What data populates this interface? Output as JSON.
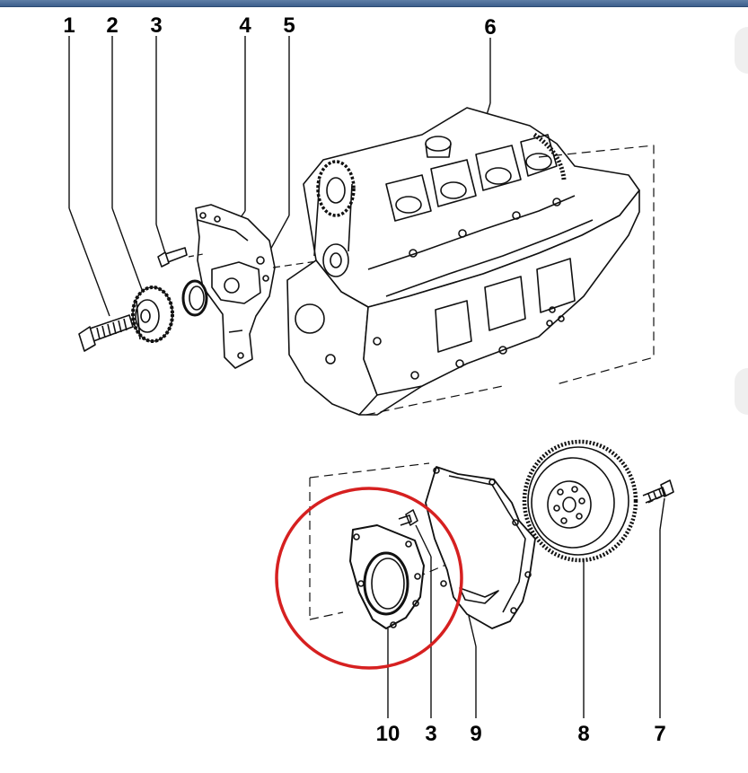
{
  "colors": {
    "title_bar": "#4a6a95",
    "highlight_circle": "#d62020",
    "line_art": "#111111"
  },
  "callouts_top": [
    "1",
    "2",
    "3",
    "4",
    "5",
    "6"
  ],
  "callouts_bottom": [
    "10",
    "3",
    "9",
    "8",
    "7"
  ],
  "parts": [
    {
      "callout": "1",
      "part": "bolt"
    },
    {
      "callout": "2",
      "part": "sprocket"
    },
    {
      "callout": "3",
      "part": "bolt"
    },
    {
      "callout": "4",
      "part": "oil-pump-housing"
    },
    {
      "callout": "5",
      "part": "seal"
    },
    {
      "callout": "6",
      "part": "engine-block"
    },
    {
      "callout": "7",
      "part": "bolt"
    },
    {
      "callout": "8",
      "part": "flywheel"
    },
    {
      "callout": "9",
      "part": "gasket-plate"
    },
    {
      "callout": "10",
      "part": "rear-seal-flange"
    }
  ],
  "highlight": {
    "target_callout": "10"
  }
}
